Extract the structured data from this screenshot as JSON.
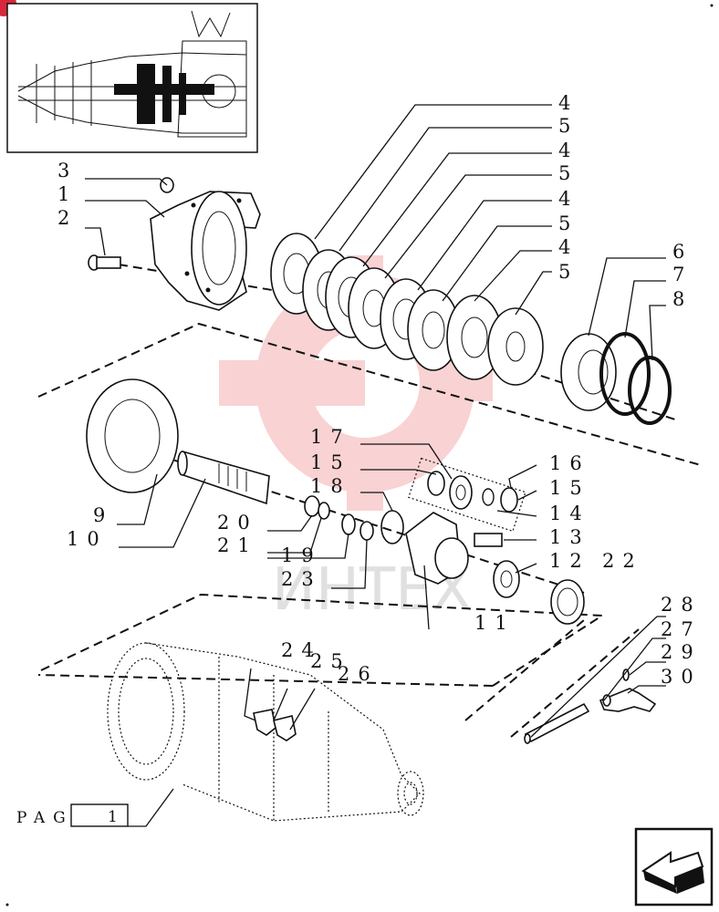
{
  "callouts": {
    "c4a": "4",
    "c5a": "5",
    "c4b": "4",
    "c5b": "5",
    "c4c": "4",
    "c5c": "5",
    "c4d": "4",
    "c5d": "5",
    "c6": "6",
    "c7": "7",
    "c8": "8",
    "c3": "3",
    "c1": "1",
    "c2": "2",
    "c9": "9",
    "c10": "10",
    "c17": "17",
    "c15a": "15",
    "c18": "18",
    "c16": "16",
    "c15b": "15",
    "c14": "14",
    "c13": "13",
    "c12": "12",
    "c22": "22",
    "c20": "20",
    "c21": "21",
    "c19": "19",
    "c23": "23",
    "c11": "11",
    "c24": "24",
    "c25": "25",
    "c26": "26",
    "c28": "28",
    "c27": "27",
    "c29": "29",
    "c30": "30"
  },
  "page_ref": {
    "label": "PAG.",
    "number": "1"
  },
  "watermark": {
    "text": "ИНТЕХ",
    "color": "#e8383d"
  },
  "colors": {
    "line": "#111111",
    "watermark_red": "#e8383d",
    "badge_red": "#d8283c"
  },
  "icons": {
    "next_page": "arrow-next-page-icon",
    "locator": "tractor-axle-locator-thumbnail"
  }
}
